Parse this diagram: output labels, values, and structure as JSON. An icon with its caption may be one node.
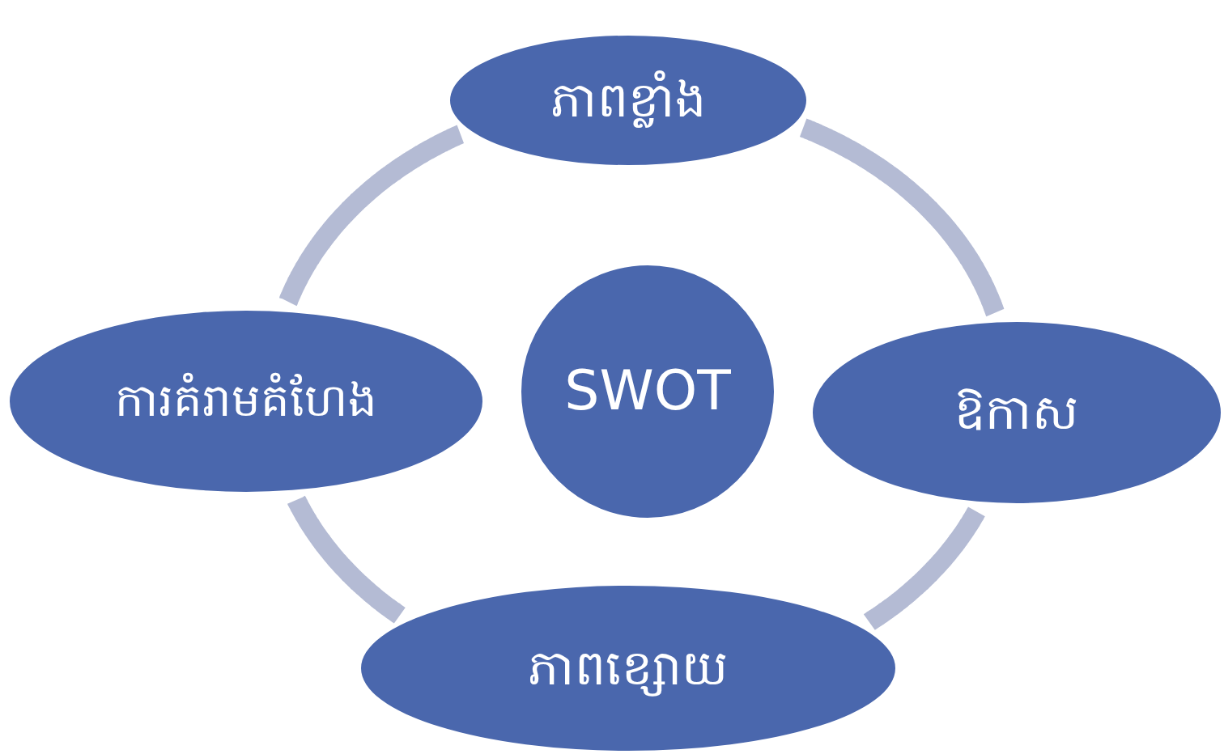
{
  "diagram": {
    "nodes": [
      {
        "text": [
          "ភាពខ្លាំង"
        ]
      },
      {
        "text": [
          "ការគំរាមគំហែង"
        ]
      },
      {
        "text": [
          "SWOT"
        ]
      },
      {
        "text": [
          "ឱកាស"
        ]
      },
      {
        "text": [
          "ភាពខ្សោយ"
        ]
      }
    ],
    "edges": [
      {
        "from": 0,
        "to": 3,
        "arrow": "none"
      },
      {
        "from": 3,
        "to": 4,
        "arrow": "none"
      },
      {
        "from": 4,
        "to": 1,
        "arrow": "none"
      },
      {
        "from": 1,
        "to": 0,
        "arrow": "none"
      }
    ]
  }
}
